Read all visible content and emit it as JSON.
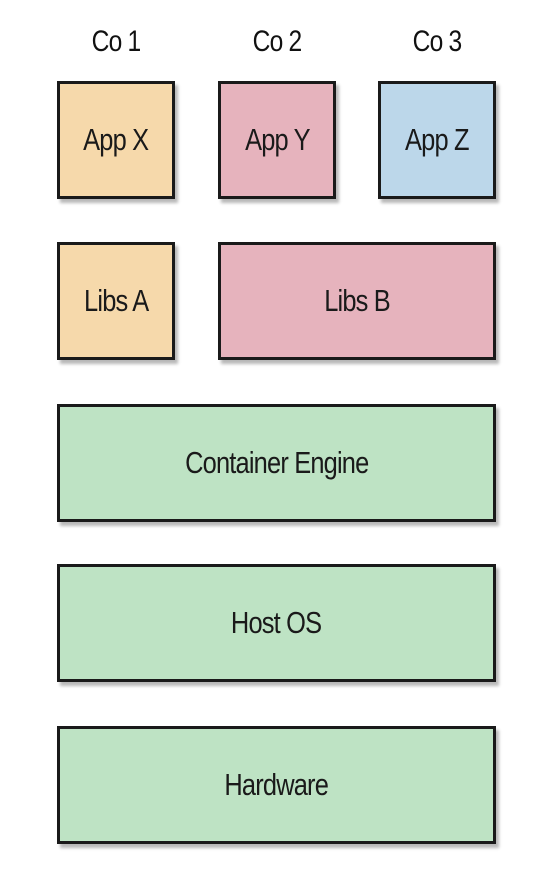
{
  "columns": [
    "Co 1",
    "Co 2",
    "Co 3"
  ],
  "apps": [
    {
      "label": "App X",
      "color": "#f6d9ab"
    },
    {
      "label": "App Y",
      "color": "#e6b3bd"
    },
    {
      "label": "App Z",
      "color": "#bcd7ea"
    }
  ],
  "libs": [
    {
      "label": "Libs A",
      "color": "#f6d9ab"
    },
    {
      "label": "Libs B",
      "color": "#e6b3bd"
    }
  ],
  "layers": [
    {
      "label": "Container Engine",
      "color": "#bee3c4"
    },
    {
      "label": "Host OS",
      "color": "#bee3c4"
    },
    {
      "label": "Hardware",
      "color": "#bee3c4"
    }
  ]
}
